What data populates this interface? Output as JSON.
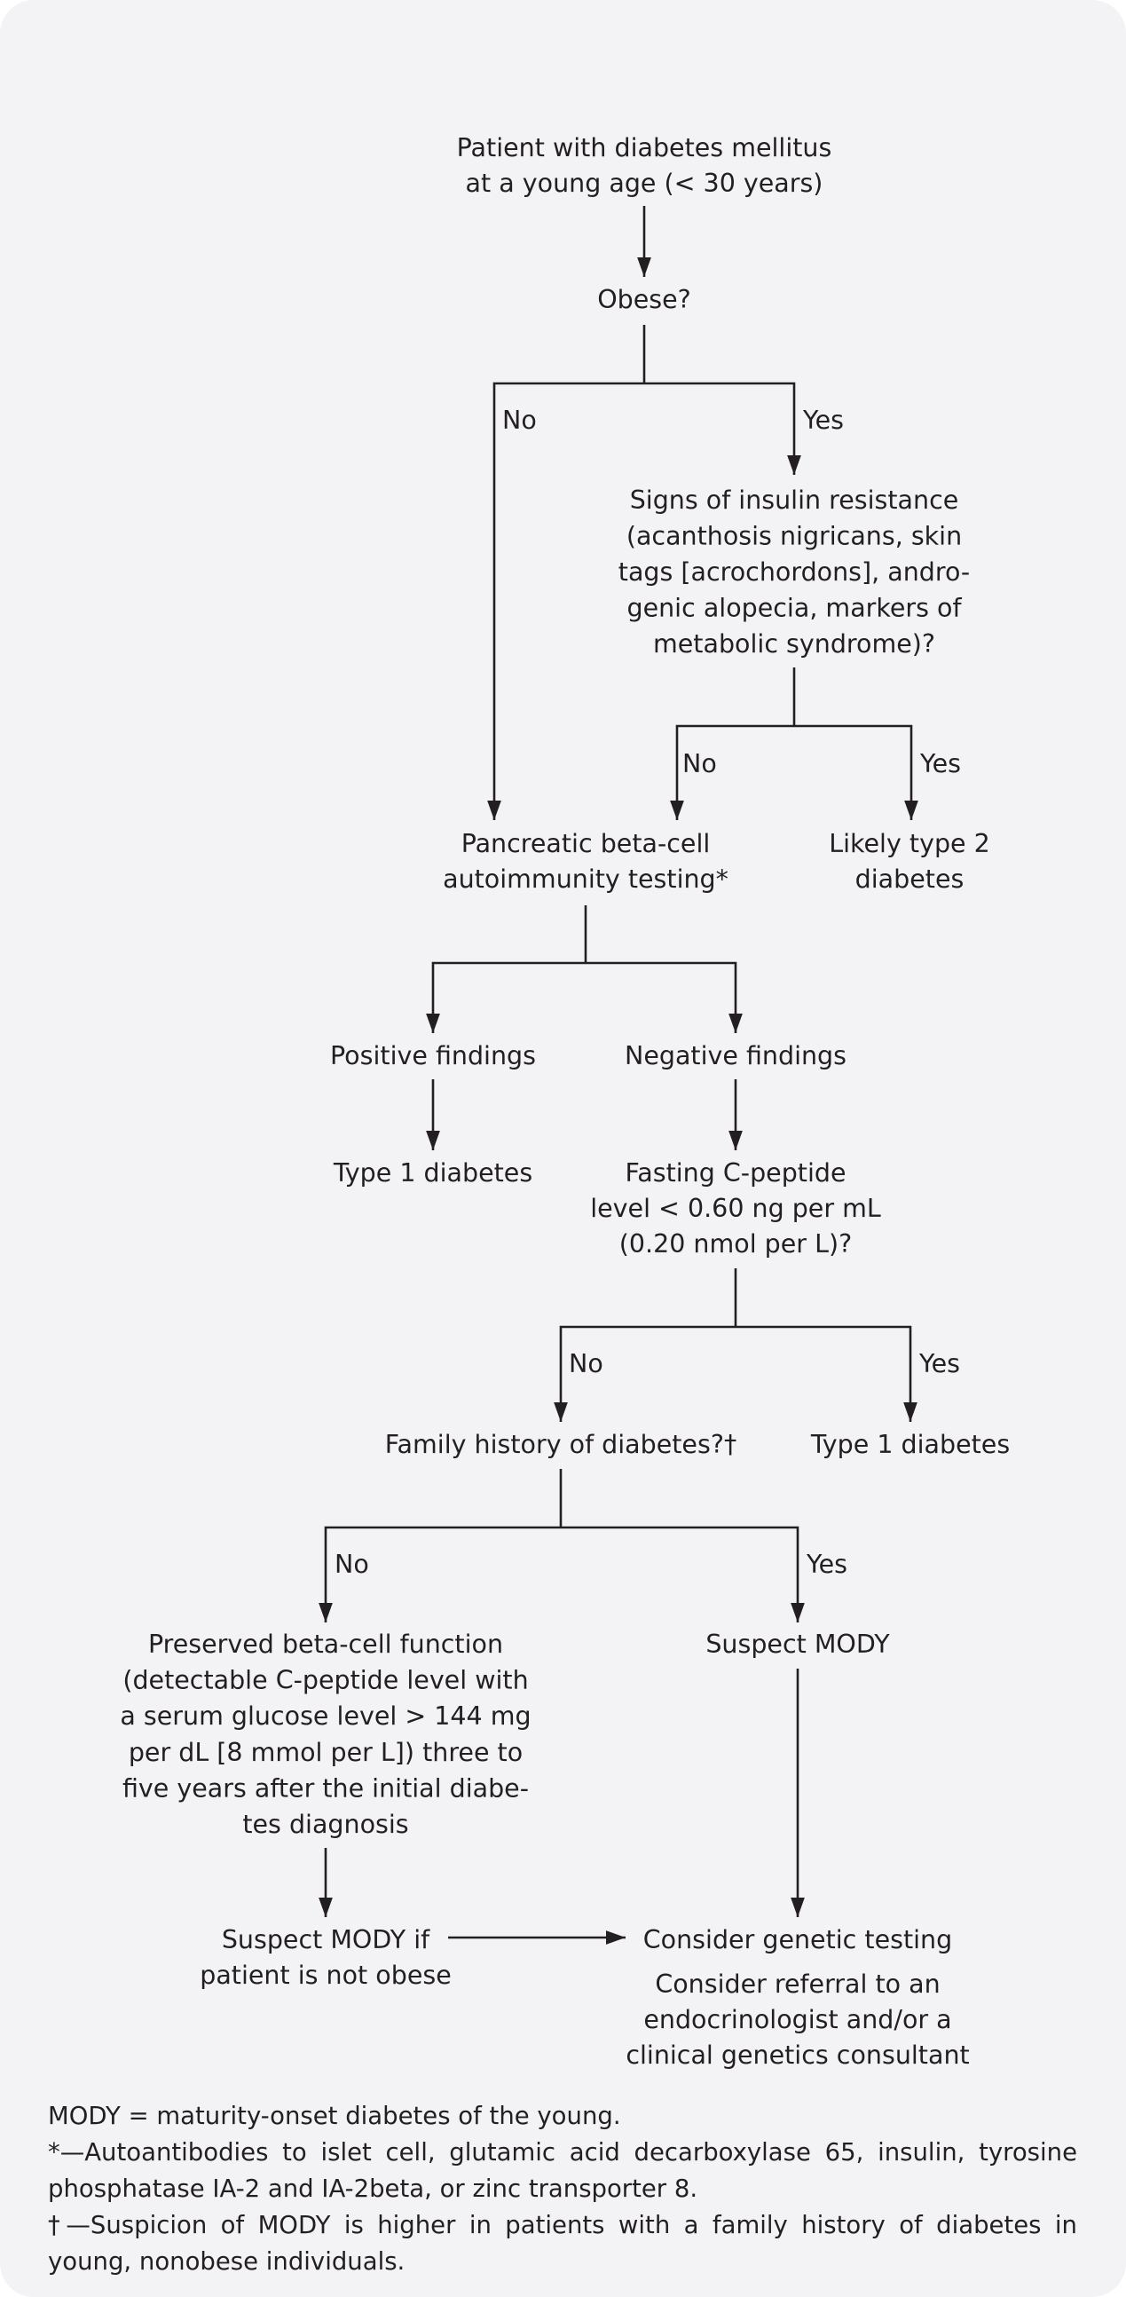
{
  "nodes": {
    "start": [
      "Patient with diabetes mellitus",
      "at a young age (< 30 years)"
    ],
    "obese": [
      "Obese?"
    ],
    "insulin_resistance": [
      "Signs of insulin resistance",
      "(acanthosis nigricans, skin",
      "tags [acrochordons], andro-",
      "genic alopecia, markers of",
      "metabolic syndrome)?"
    ],
    "autoimmunity": [
      "Pancreatic beta-cell",
      "autoimmunity testing*"
    ],
    "type2": [
      "Likely type 2",
      "diabetes"
    ],
    "positive": [
      "Positive findings"
    ],
    "negative": [
      "Negative findings"
    ],
    "type1_a": [
      "Type 1 diabetes"
    ],
    "cpeptide": [
      "Fasting C-peptide",
      "level < 0.60 ng per mL",
      "(0.20 nmol per L)?"
    ],
    "family": [
      "Family history of diabetes?†"
    ],
    "type1_b": [
      "Type 1 diabetes"
    ],
    "preserved": [
      "Preserved beta-cell function",
      "(detectable C-peptide level with",
      "a serum glucose level > 144 mg",
      "per dL [8 mmol per L]) three to",
      "five years after the initial diabe-",
      "tes diagnosis"
    ],
    "suspect_mody": [
      "Suspect MODY"
    ],
    "suspect_if": [
      "Suspect MODY if",
      "patient is not obese"
    ],
    "genetic": [
      "Consider genetic testing"
    ],
    "referral": [
      "Consider referral to an",
      "endocrinologist and/or a",
      "clinical genetics consultant"
    ]
  },
  "edge_labels": {
    "obese_no": "No",
    "obese_yes": "Yes",
    "ir_no": "No",
    "ir_yes": "Yes",
    "cp_no": "No",
    "cp_yes": "Yes",
    "fam_no": "No",
    "fam_yes": "Yes"
  },
  "footnotes": {
    "abbrev": "MODY = maturity-onset diabetes of the young.",
    "star": "*—Autoantibodies to islet cell, glutamic acid decarboxylase 65, insulin, tyrosine phosphatase IA-2 and IA-2beta, or zinc transporter 8.",
    "dagger": "†—Suspicion of MODY is higher in patients with a family history of diabetes in young, nonobese individuals."
  }
}
